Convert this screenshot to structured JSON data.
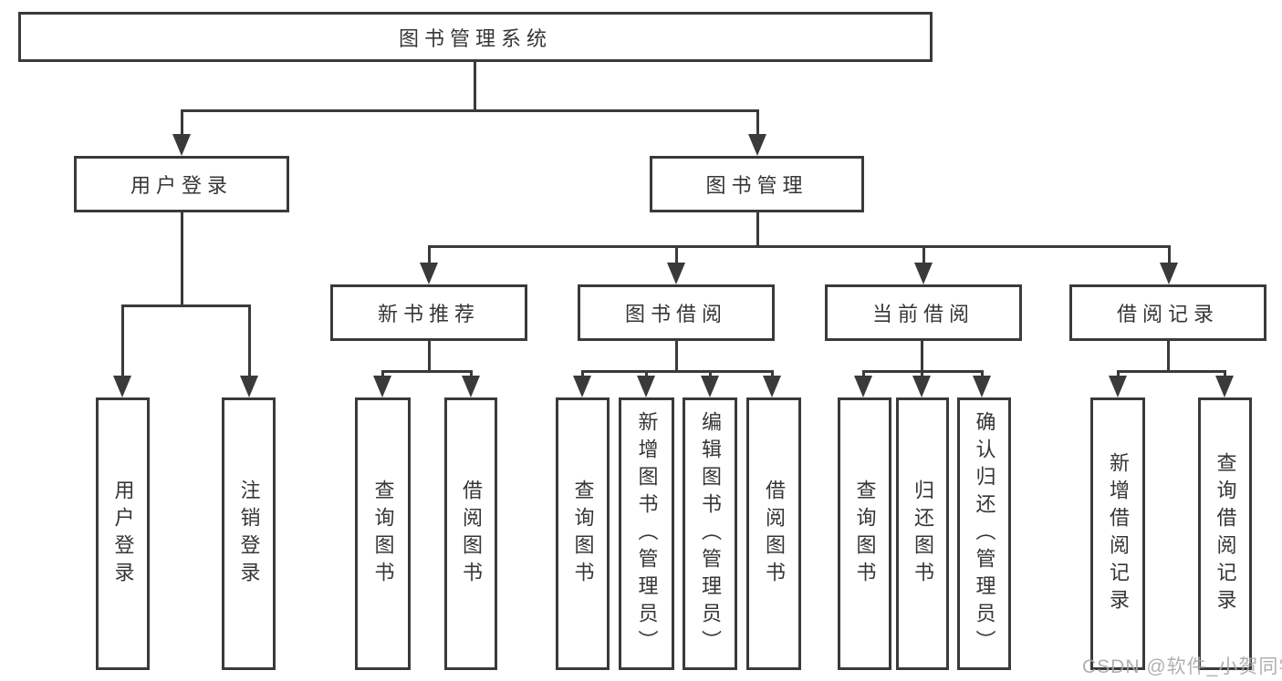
{
  "diagram_title": "图书管理系统",
  "watermark": {
    "text": "CSDN @软件_小贺同学"
  },
  "tree": {
    "label": "图书管理系统",
    "children": [
      {
        "label": "用户登录",
        "children": [
          {
            "label": "用户登录"
          },
          {
            "label": "注销登录"
          }
        ]
      },
      {
        "label": "图书管理",
        "children": [
          {
            "label": "新书推荐",
            "children": [
              {
                "label": "查询图书"
              },
              {
                "label": "借阅图书"
              }
            ]
          },
          {
            "label": "图书借阅",
            "children": [
              {
                "label": "查询图书"
              },
              {
                "label": "新增图书（管理员）"
              },
              {
                "label": "编辑图书（管理员）"
              },
              {
                "label": "借阅图书"
              }
            ]
          },
          {
            "label": "当前借阅",
            "children": [
              {
                "label": "查询图书"
              },
              {
                "label": "归还图书"
              },
              {
                "label": "确认归还（管理员）"
              }
            ]
          },
          {
            "label": "借阅记录",
            "children": [
              {
                "label": "新增借阅记录"
              },
              {
                "label": "查询借阅记录"
              }
            ]
          }
        ]
      }
    ]
  },
  "colors": {
    "line": "#3a3a3a",
    "text": "#363636",
    "background": "#ffffff",
    "watermark": "#a7a7a7"
  }
}
